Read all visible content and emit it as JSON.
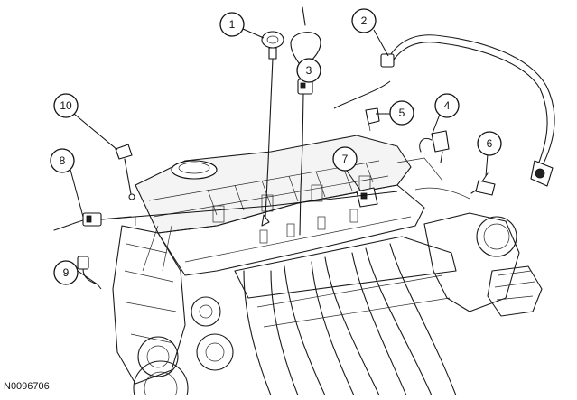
{
  "figure_id": "N0096706",
  "callouts": [
    {
      "number": "1"
    },
    {
      "number": "2"
    },
    {
      "number": "3"
    },
    {
      "number": "4"
    },
    {
      "number": "5"
    },
    {
      "number": "6"
    },
    {
      "number": "7"
    },
    {
      "number": "8"
    },
    {
      "number": "9"
    },
    {
      "number": "10"
    }
  ]
}
